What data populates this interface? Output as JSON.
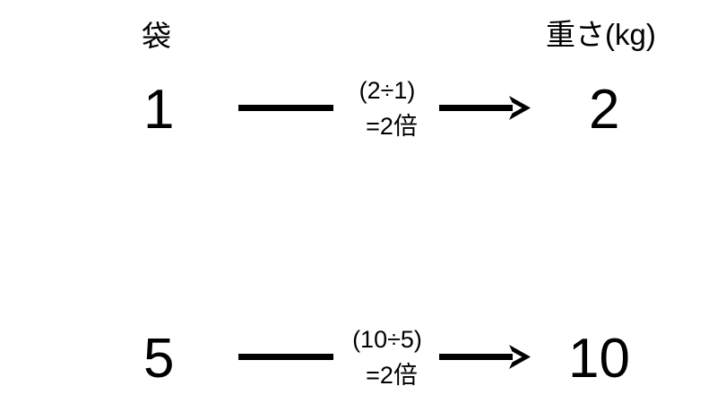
{
  "diagram": {
    "background_color": "#ffffff",
    "stroke_color": "#000000",
    "headers": {
      "left": "袋",
      "right": "重さ(kg)"
    },
    "rows": [
      {
        "left_value": "1",
        "right_value": "2",
        "ratio_expression": "(2÷1)",
        "ratio_result": "=2倍",
        "arrow_icon": "right-arrow-icon"
      },
      {
        "left_value": "5",
        "right_value": "10",
        "ratio_expression": "(10÷5)",
        "ratio_result": "=2倍",
        "arrow_icon": "right-arrow-icon"
      }
    ]
  }
}
